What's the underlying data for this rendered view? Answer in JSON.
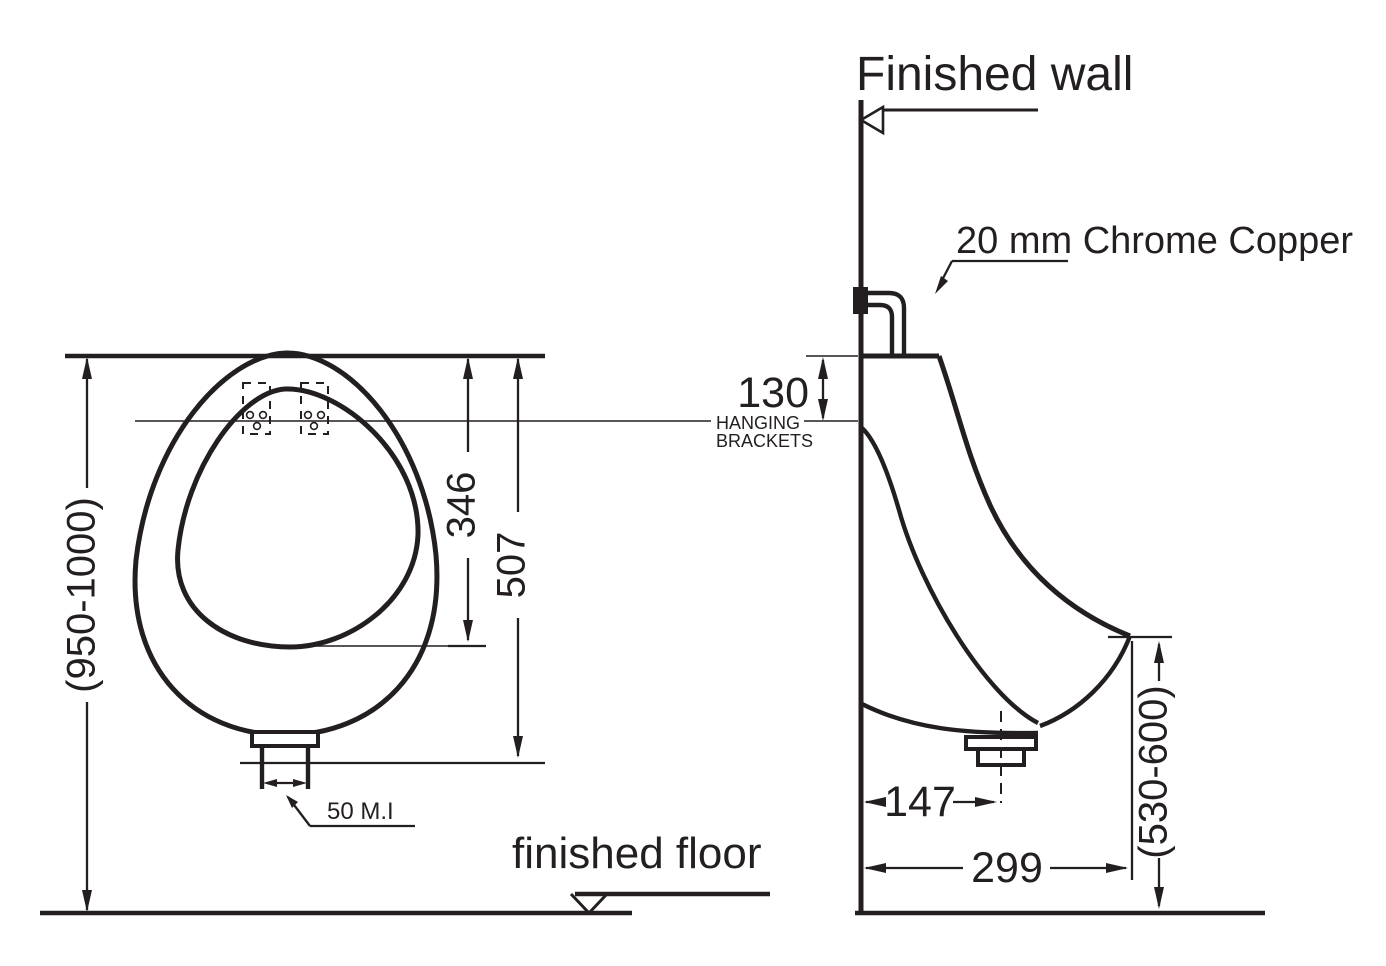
{
  "diagram": {
    "labels": {
      "finished_wall": "Finished wall",
      "finished_floor": "finished floor",
      "pipe": "20 mm Chrome Copper",
      "hanging_line1": "HANGING",
      "hanging_line2": "BRACKETS"
    },
    "dimensions": {
      "mount_height_range": "(950-1000)",
      "rim_to_outlet": "346",
      "overall_height": "507",
      "top_to_brackets": "130",
      "outlet": "50 M.I",
      "wall_to_trap_center": "147",
      "depth": "299",
      "lip_height_range": "(530-600)"
    },
    "colors": {
      "line": "#231f20",
      "background": "#ffffff"
    }
  }
}
